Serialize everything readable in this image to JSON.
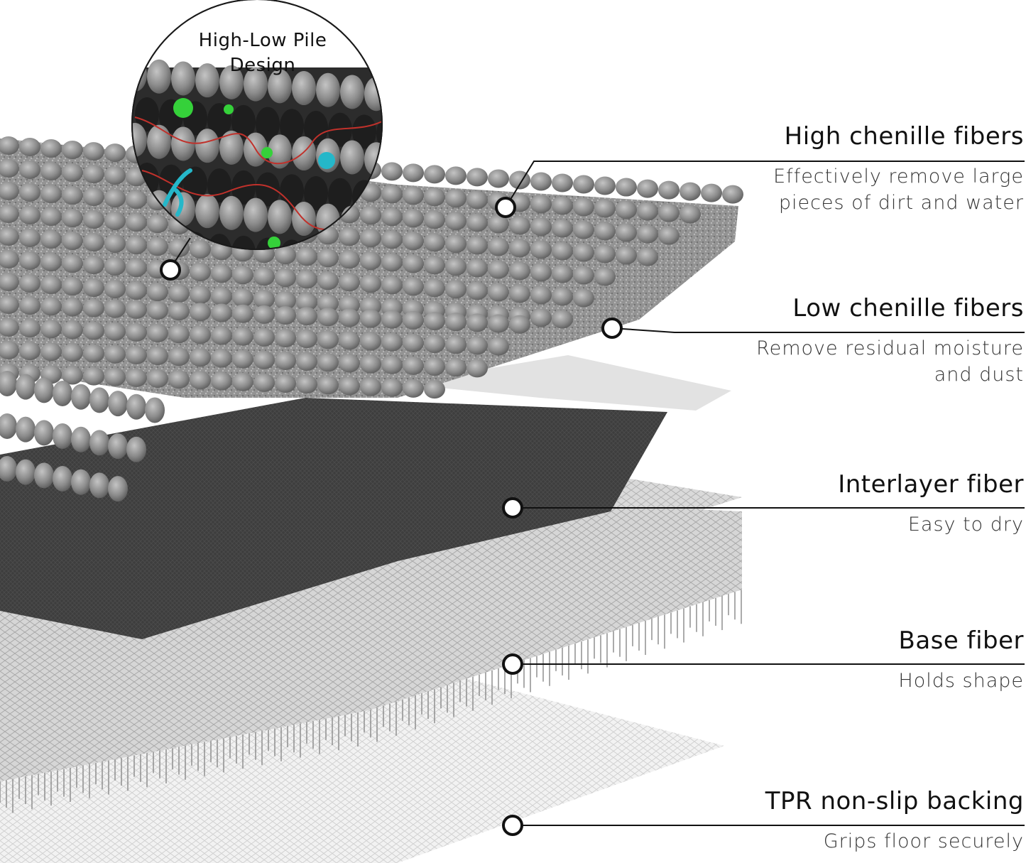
{
  "zoom_callout": {
    "title_lines": [
      "High-Low Pile",
      "Design"
    ]
  },
  "layers": [
    {
      "title": "High chenille fibers",
      "description_lines": [
        "Effectively remove large",
        "pieces of dirt and water"
      ]
    },
    {
      "title": "Low chenille fibers",
      "description_lines": [
        "Remove residual moisture",
        "and dust"
      ]
    },
    {
      "title": "Interlayer fiber",
      "description_lines": [
        "Easy to dry"
      ]
    },
    {
      "title": "Base fiber",
      "description_lines": [
        "Holds shape"
      ]
    },
    {
      "title": "TPR non-slip backing",
      "description_lines": [
        "Grips floor securely"
      ]
    }
  ],
  "colors": {
    "chenille": "#8e8e8e",
    "chenille_dark": "#5b5b5b",
    "interlayer": "#3a3a3a",
    "base_mesh": "#cfcfcf",
    "backing": "#ececec",
    "germ_green": "#35d13a",
    "germ_cyan": "#25b7c9",
    "hair_red": "#c0312b"
  }
}
